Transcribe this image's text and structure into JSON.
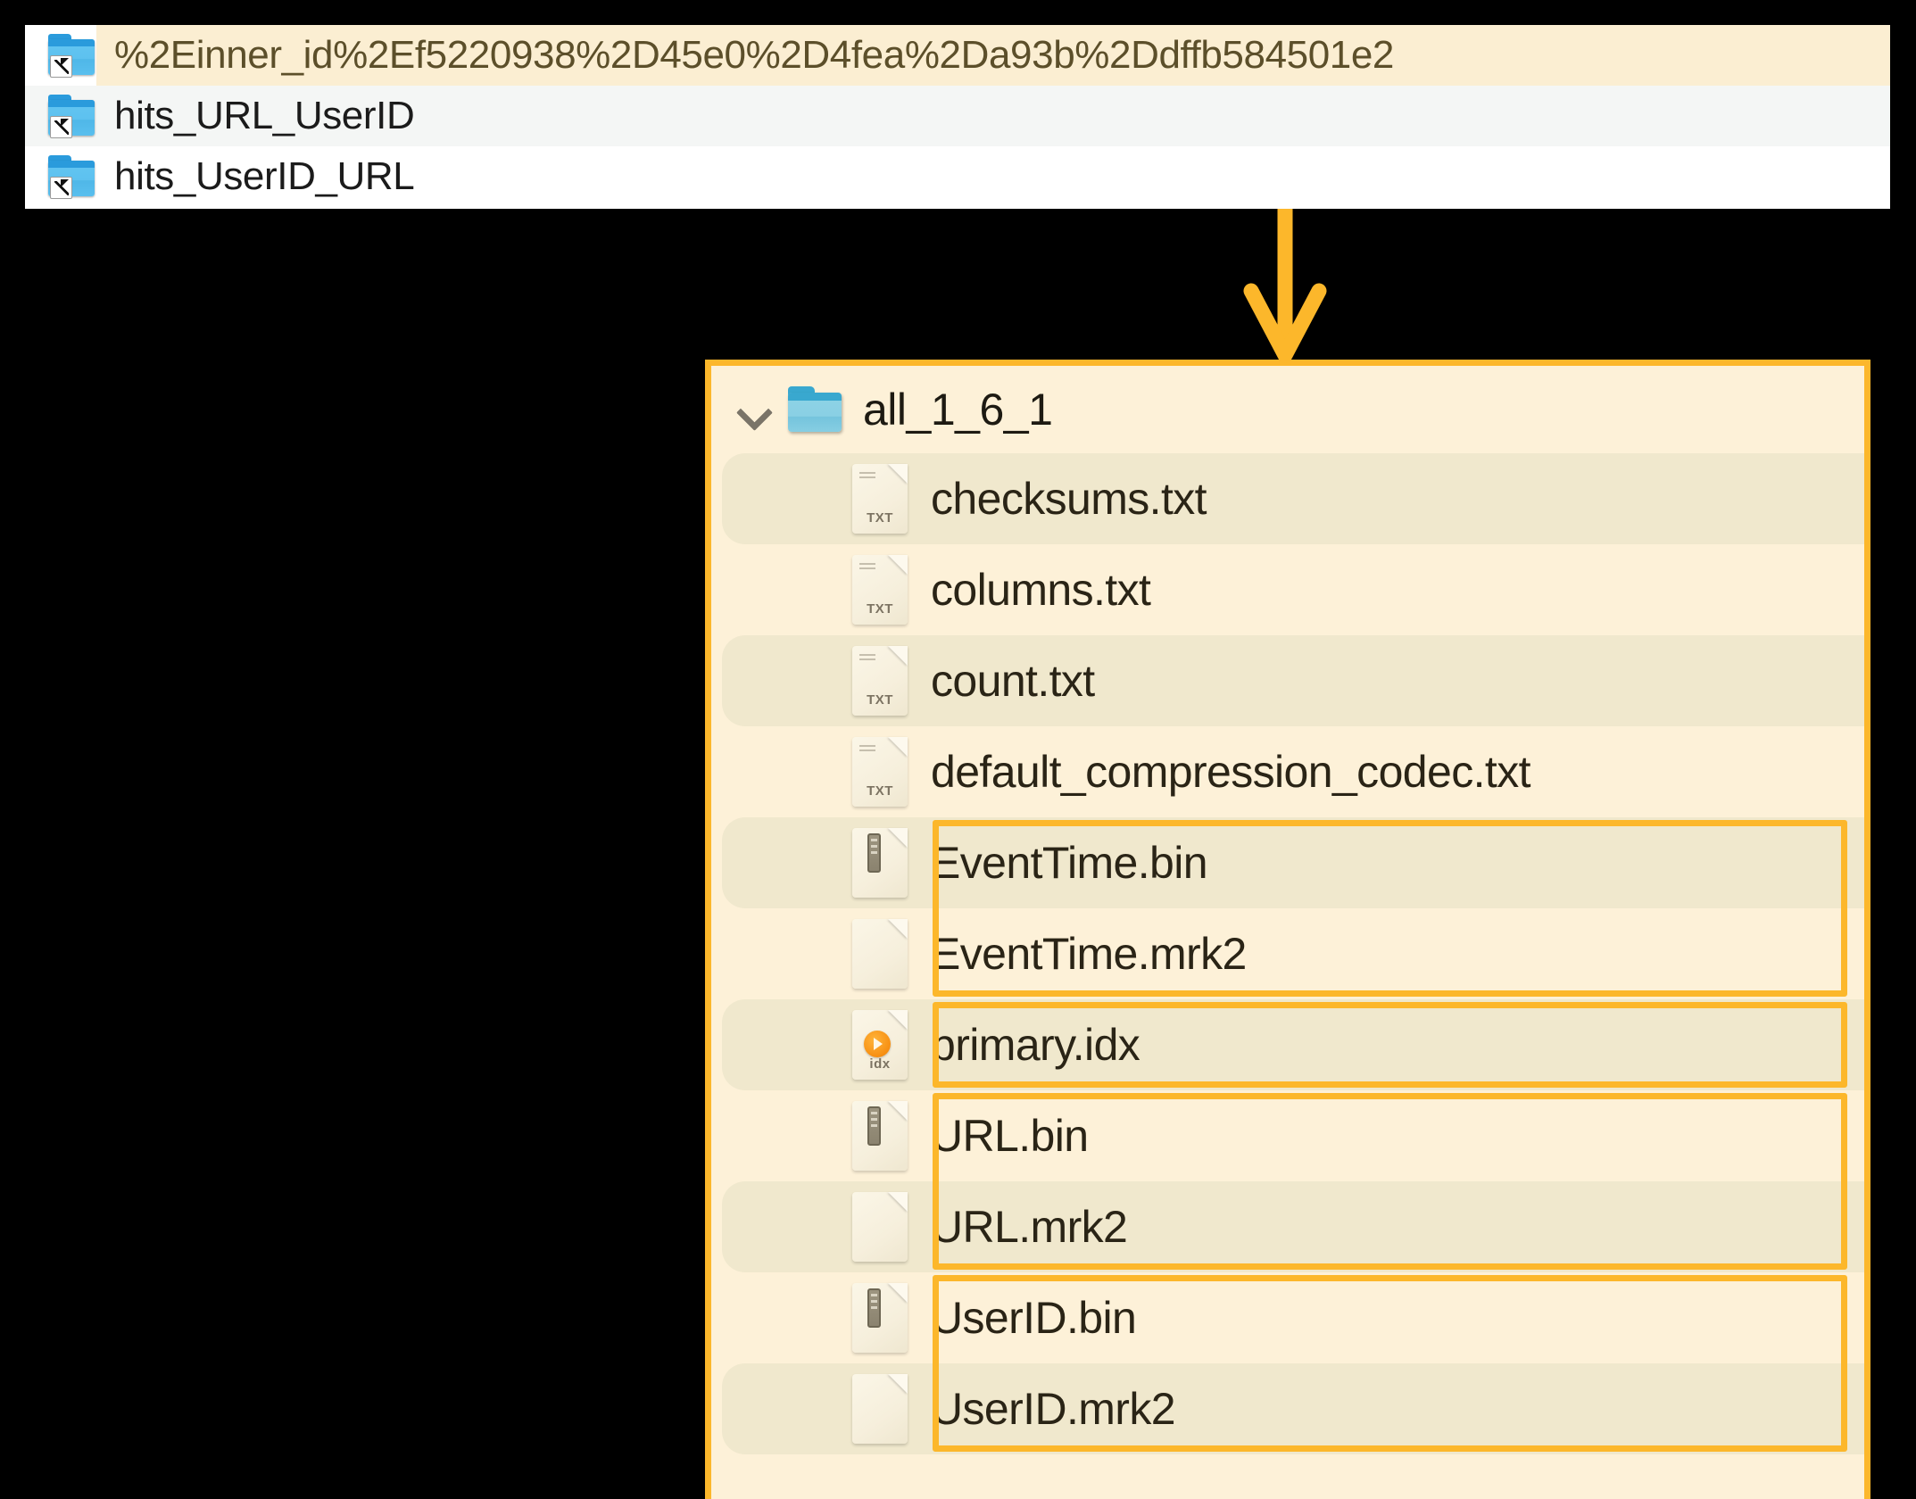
{
  "symlink_list": {
    "name": "symlink-folder-list",
    "rows": [
      {
        "label": "%2Einner_id%2Ef5220938%2D45e0%2D4fea%2Da93b%2Ddffb584501e2",
        "icon": "folder-symlink-icon",
        "highlighted": true,
        "row_background": "#ffffff",
        "label_background": "#fbeed2"
      },
      {
        "label": "hits_URL_UserID",
        "icon": "folder-symlink-icon",
        "highlighted": false,
        "row_background": "#f4f6f5",
        "label_background": "transparent"
      },
      {
        "label": "hits_UserID_URL",
        "icon": "folder-symlink-icon",
        "highlighted": false,
        "row_background": "#ffffff",
        "label_background": "transparent"
      }
    ]
  },
  "annotation": {
    "arrow": {
      "name": "down-arrow-annotation",
      "direction": "down",
      "color": "#fcb72b"
    },
    "highlight_color": "#fcb72b",
    "panel_fill": "#fdf1d8"
  },
  "detail_panel": {
    "name": "expanded-part-directory-panel",
    "folder": {
      "label": "all_1_6_1",
      "expander": "chevron-down-icon",
      "expanded": true,
      "icon": "folder-icon"
    },
    "files": [
      {
        "name": "checksums.txt",
        "icon": "txt-file-icon",
        "ext": "TXT",
        "highlighted": false
      },
      {
        "name": "columns.txt",
        "icon": "txt-file-icon",
        "ext": "TXT",
        "highlighted": false
      },
      {
        "name": "count.txt",
        "icon": "txt-file-icon",
        "ext": "TXT",
        "highlighted": false
      },
      {
        "name": "default_compression_codec.txt",
        "icon": "txt-file-icon",
        "ext": "TXT",
        "highlighted": false
      },
      {
        "name": "EventTime.bin",
        "icon": "bin-file-icon",
        "ext": "",
        "highlighted": true
      },
      {
        "name": "EventTime.mrk2",
        "icon": "blank-file-icon",
        "ext": "",
        "highlighted": true
      },
      {
        "name": "primary.idx",
        "icon": "idx-file-icon",
        "ext": "idx",
        "highlighted": true
      },
      {
        "name": "URL.bin",
        "icon": "bin-file-icon",
        "ext": "",
        "highlighted": true
      },
      {
        "name": "URL.mrk2",
        "icon": "blank-file-icon",
        "ext": "",
        "highlighted": true
      },
      {
        "name": "UserID.bin",
        "icon": "bin-file-icon",
        "ext": "",
        "highlighted": true
      },
      {
        "name": "UserID.mrk2",
        "icon": "blank-file-icon",
        "ext": "",
        "highlighted": true
      }
    ],
    "highlight_groups": [
      {
        "label": "EventTime-column-files",
        "from": "EventTime.bin",
        "to": "EventTime.mrk2"
      },
      {
        "label": "primary-index-file",
        "from": "primary.idx",
        "to": "primary.idx"
      },
      {
        "label": "URL-column-files",
        "from": "URL.bin",
        "to": "URL.mrk2"
      },
      {
        "label": "UserID-column-files",
        "from": "UserID.bin",
        "to": "UserID.mrk2"
      }
    ]
  }
}
